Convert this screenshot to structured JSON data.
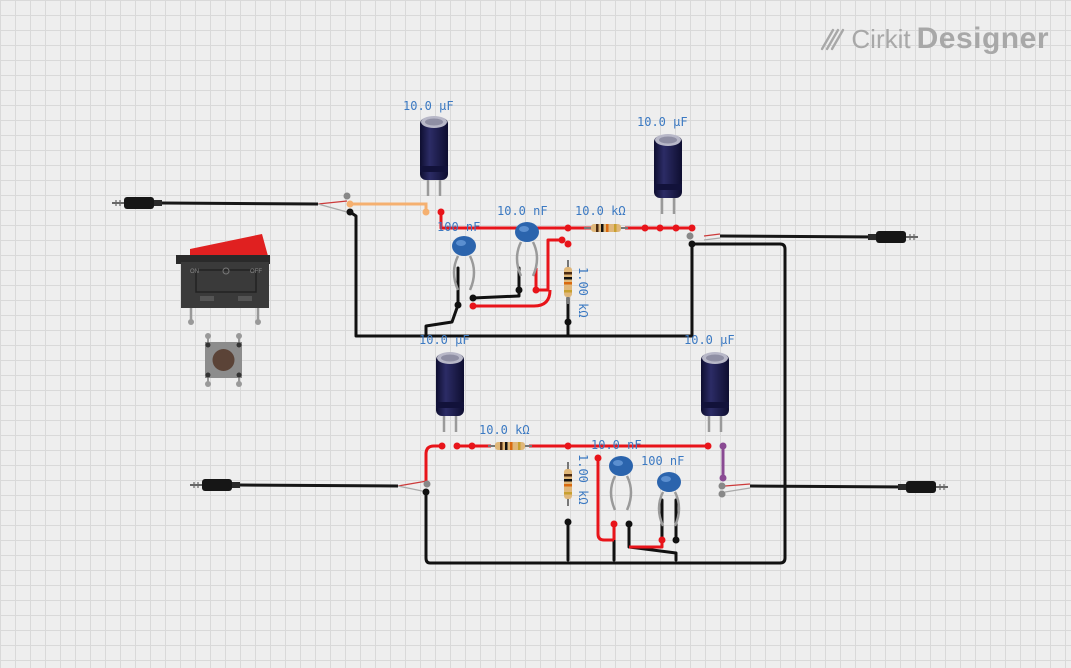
{
  "app": {
    "brand": "Cirkit",
    "product": "Designer",
    "logo_icon": "cirkit-logo-icon"
  },
  "labels": {
    "cap_top_left": "10.0 µF",
    "cap_top_right": "10.0 µF",
    "cap_bottom_left": "10.0 µF",
    "cap_bottom_right": "10.0 µF",
    "ceramic_top_a": "100 nF",
    "ceramic_top_b": "10.0 nF",
    "res_top_series": "10.0 kΩ",
    "res_top_shunt": "1.00 kΩ",
    "res_bottom_series": "10.0 kΩ",
    "res_bottom_shunt": "1.00 kΩ",
    "ceramic_bottom_a": "10.0 nF",
    "ceramic_bottom_b": "100 nF",
    "switch_left": "ON",
    "switch_right": "OFF"
  },
  "colors": {
    "wire_black": "#111111",
    "wire_red": "#e8141a",
    "wire_orange": "#f5b070",
    "wire_purple": "#8a4a93",
    "cap_body": "#1d1d4a",
    "ceramic_body": "#2b64ad",
    "label_blue": "#3b79c2",
    "switch_red": "#e02020"
  }
}
